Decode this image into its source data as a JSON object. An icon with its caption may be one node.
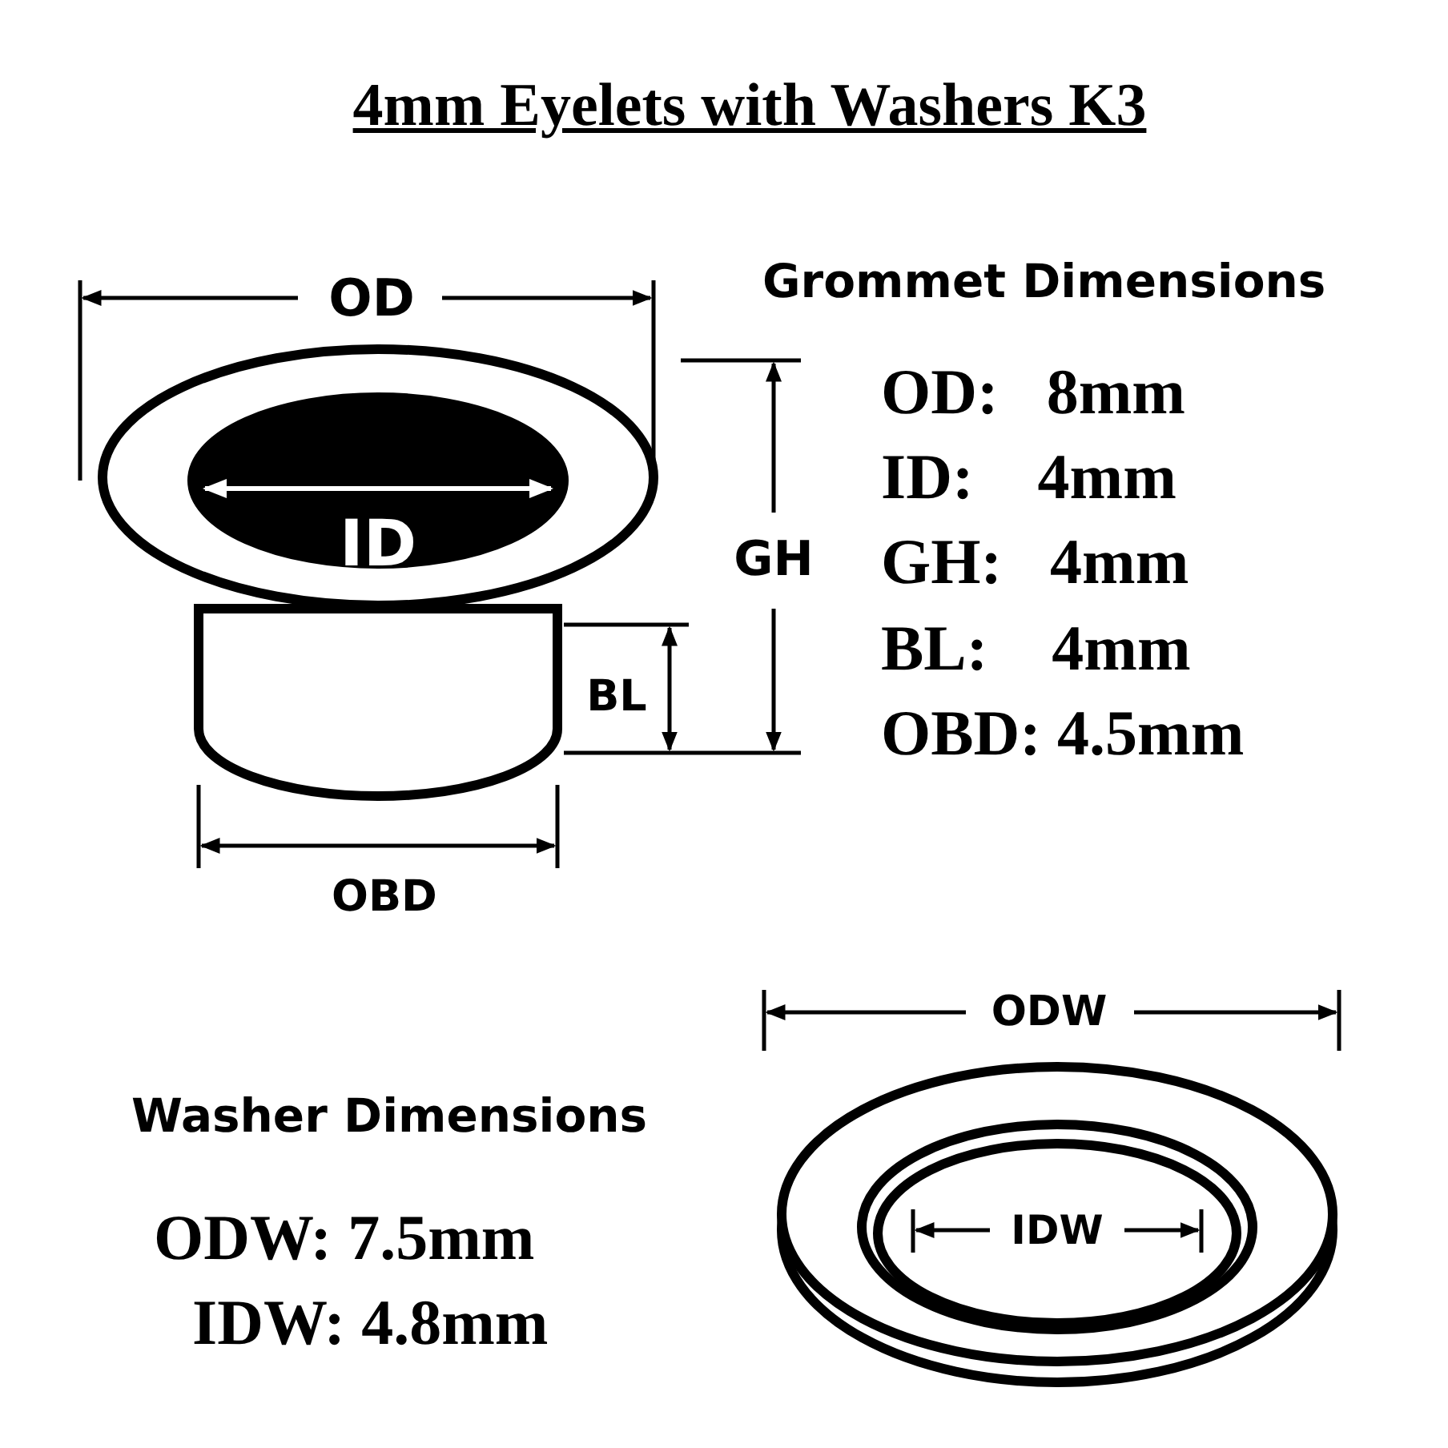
{
  "diagram": {
    "title": "4mm Eyelets with Washers K3",
    "labels": [
      "OD",
      "Grommet Dimensions",
      "OD:   8mm",
      "ID:    4mm",
      "ID",
      "GH",
      "GH:   4mm",
      "BL",
      "BL:    4mm",
      "OBD: 4.5mm",
      "OBD",
      "ODW",
      "Washer Dimensions",
      "IDW",
      "ODW: 7.5mm",
      "IDW: 4.8mm"
    ]
  }
}
